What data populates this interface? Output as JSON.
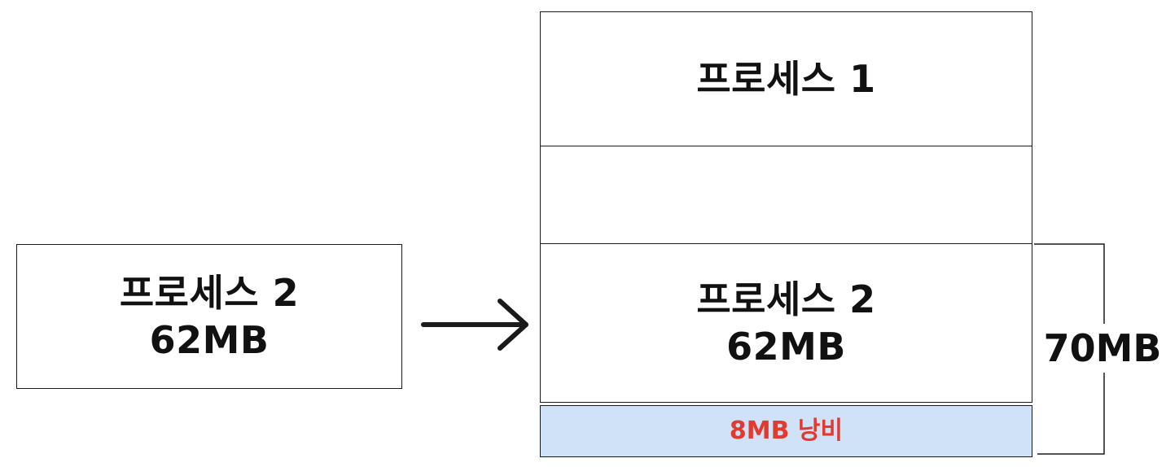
{
  "incoming": {
    "name": "프로세스 2",
    "size": "62MB"
  },
  "memory": {
    "slot1": {
      "name": "프로세스 1"
    },
    "slot2": {
      "name": "프로세스 2",
      "size": "62MB"
    },
    "waste": {
      "label": "8MB 낭비"
    },
    "partition_size": "70MB"
  },
  "colors": {
    "waste_fill": "#cfe2f8",
    "waste_text": "#e23a2f",
    "border": "#1a1a1a"
  }
}
